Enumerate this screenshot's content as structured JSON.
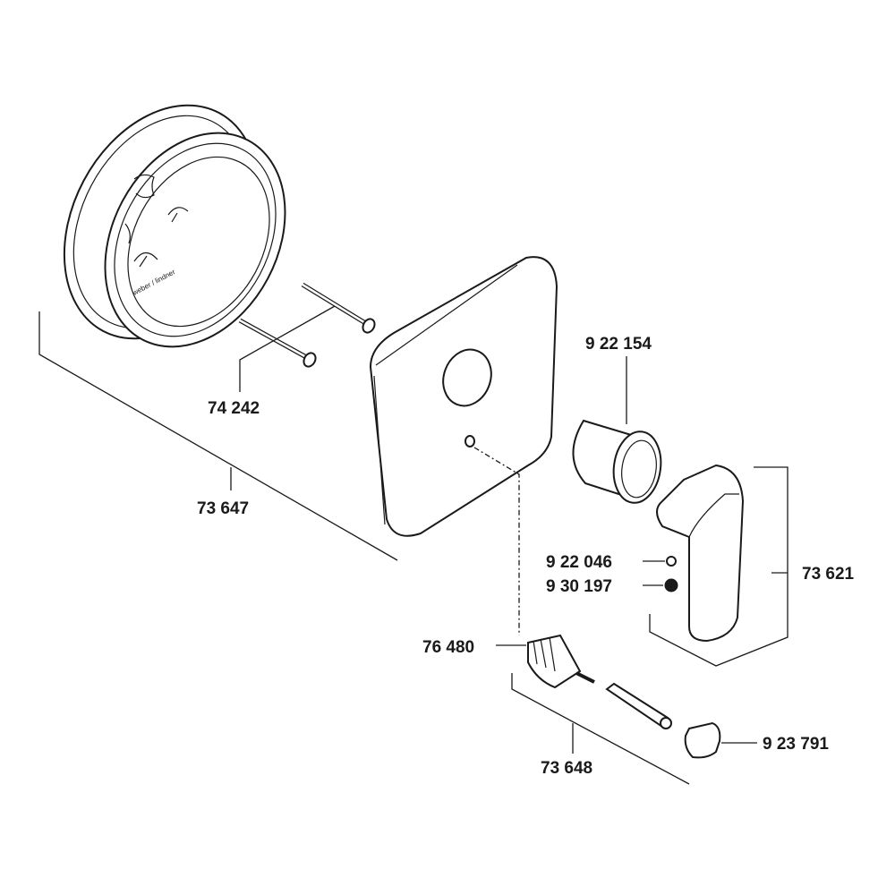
{
  "diagram": {
    "labels": {
      "screws": "74 242",
      "mounting_set": "73 647",
      "sleeve": "9 22 154",
      "plug": "9 22 046",
      "set_screw": "9 30 197",
      "handle_set": "73 621",
      "cartridge": "76 480",
      "cartridge_set": "73 648",
      "cap": "9 23 791"
    },
    "ring_print": "weber / lindner"
  }
}
